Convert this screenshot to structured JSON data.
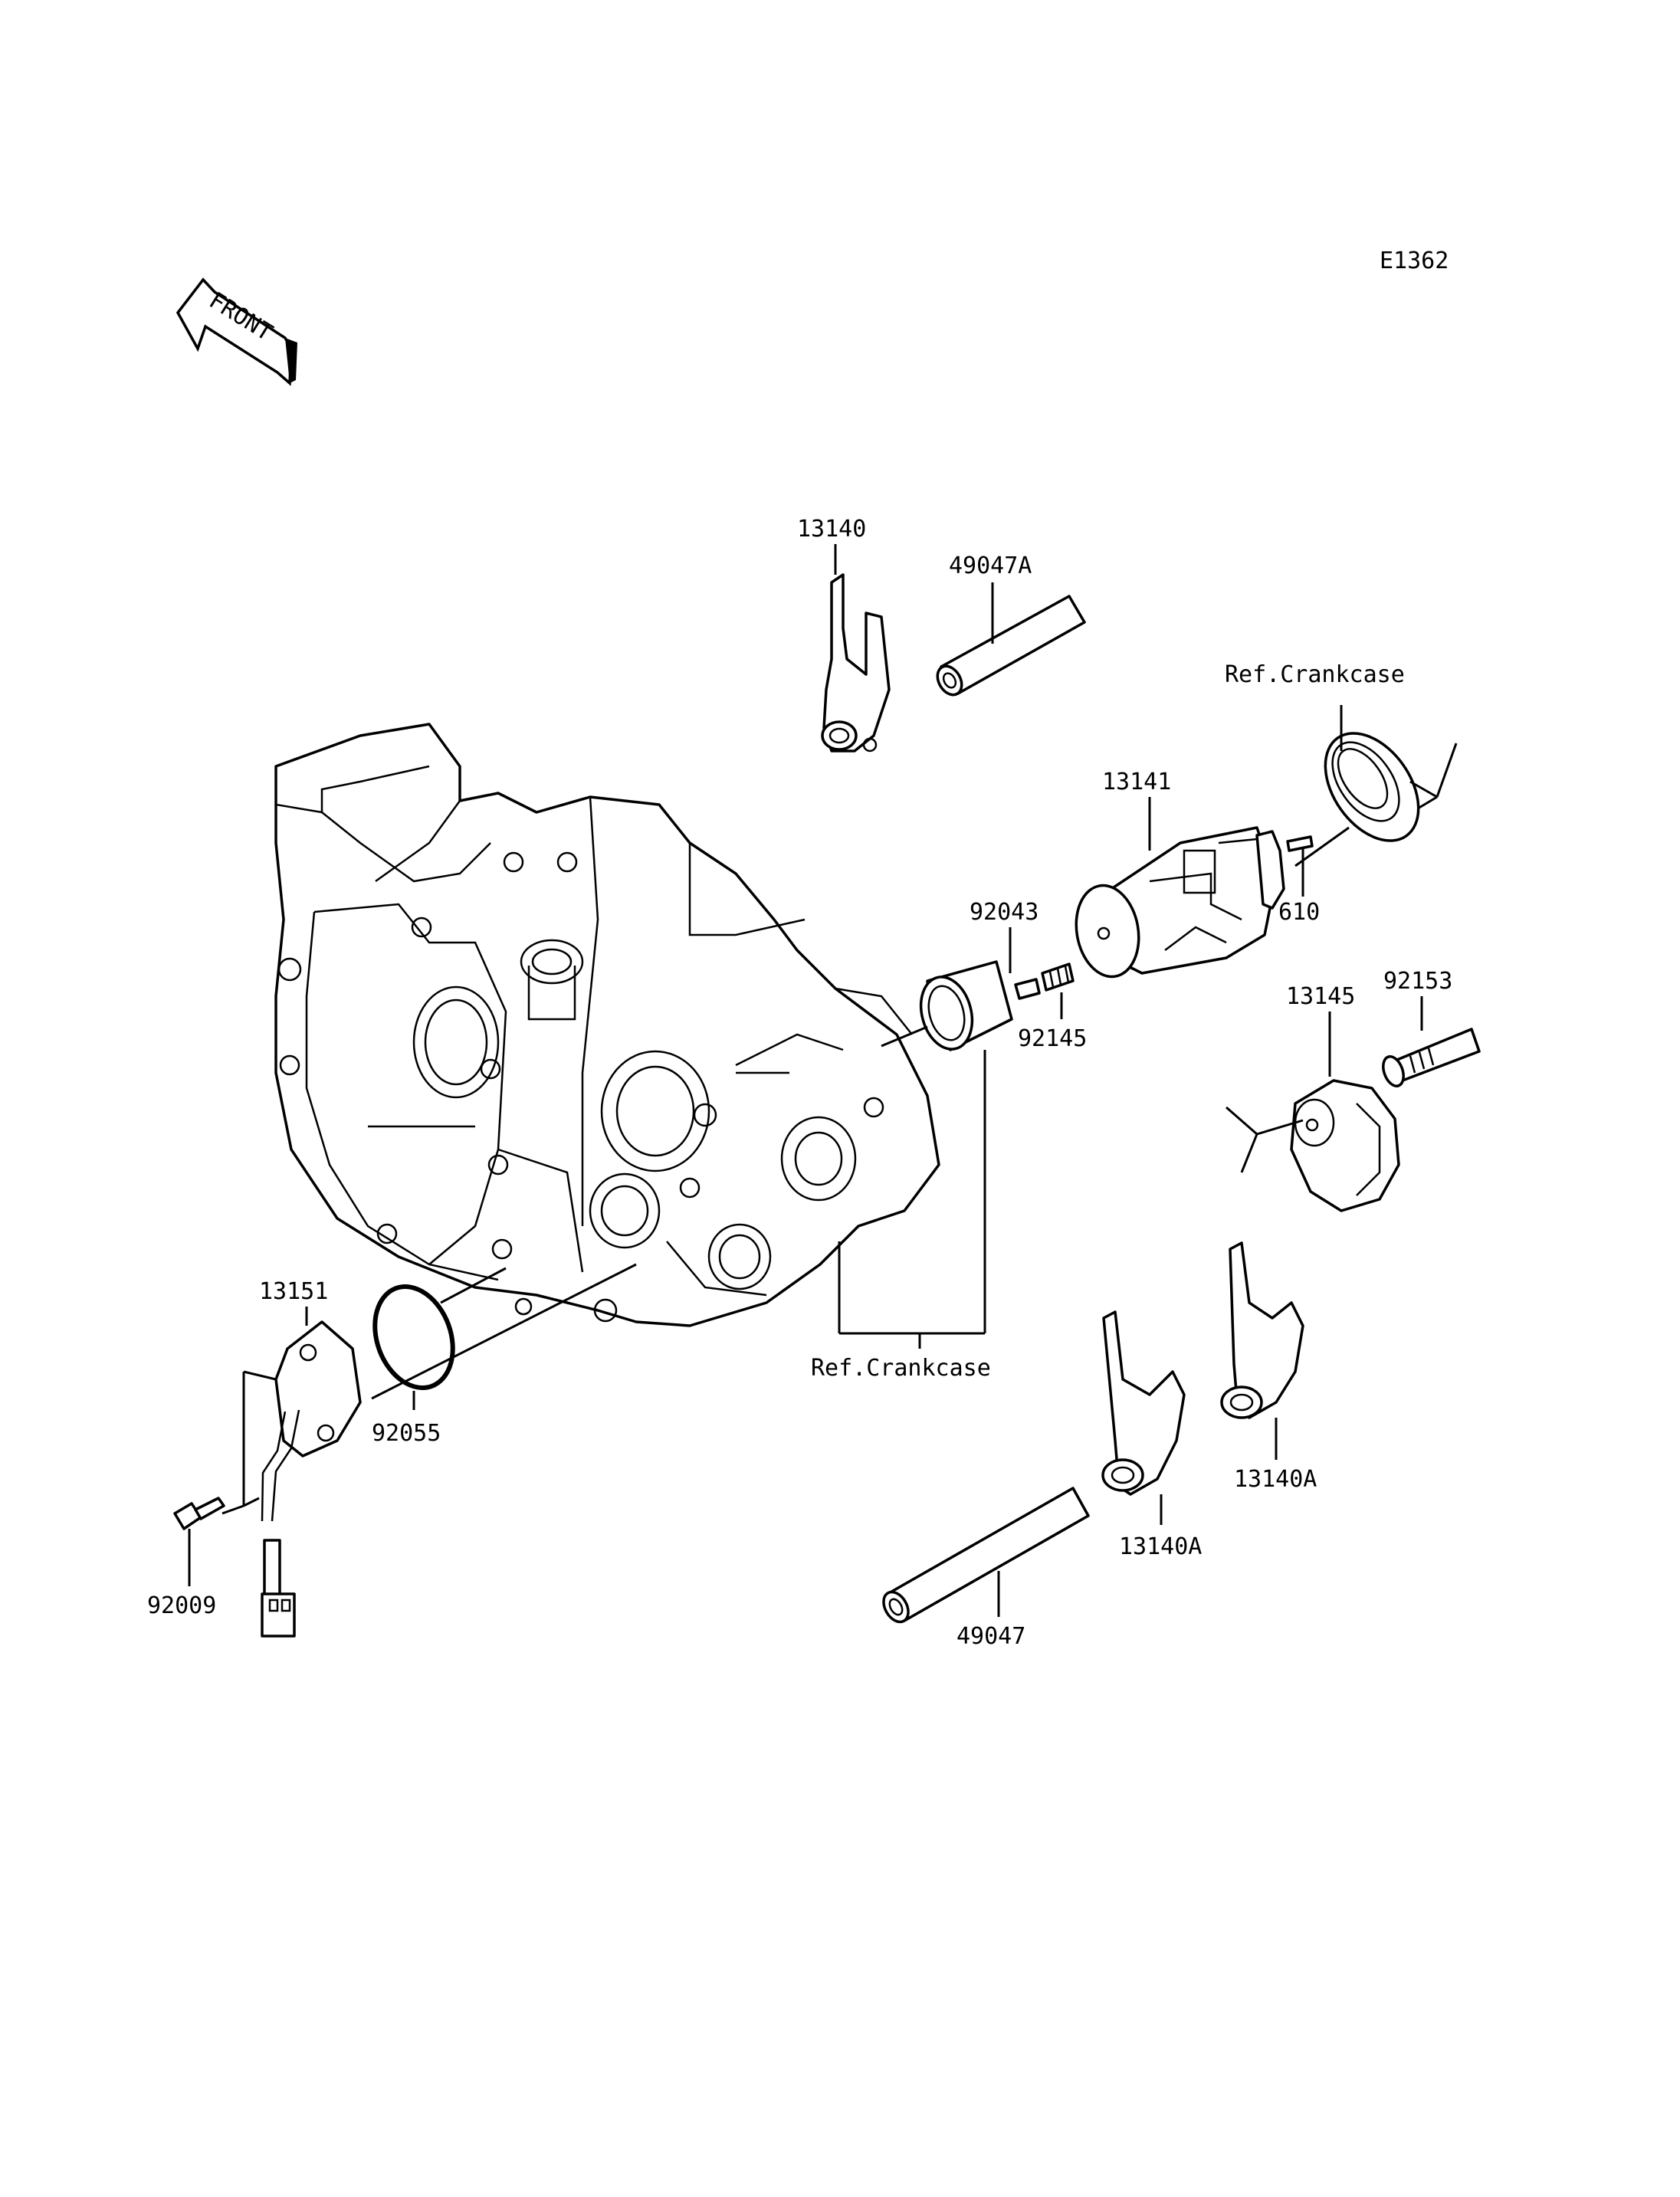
{
  "diagram": {
    "code": "E1362",
    "front_arrow": "FRONT",
    "labels": {
      "p13140": "13140",
      "p49047A": "49047A",
      "ref_crankcase_top": "Ref.Crankcase",
      "p13141": "13141",
      "p92043": "92043",
      "p610": "610",
      "p92153": "92153",
      "p13145": "13145",
      "p92145": "92145",
      "p13151": "13151",
      "ref_crankcase_bottom": "Ref.Crankcase",
      "p92055": "92055",
      "p13140A_right": "13140A",
      "p13140A_left": "13140A",
      "p92009": "92009",
      "p49047": "49047"
    }
  }
}
